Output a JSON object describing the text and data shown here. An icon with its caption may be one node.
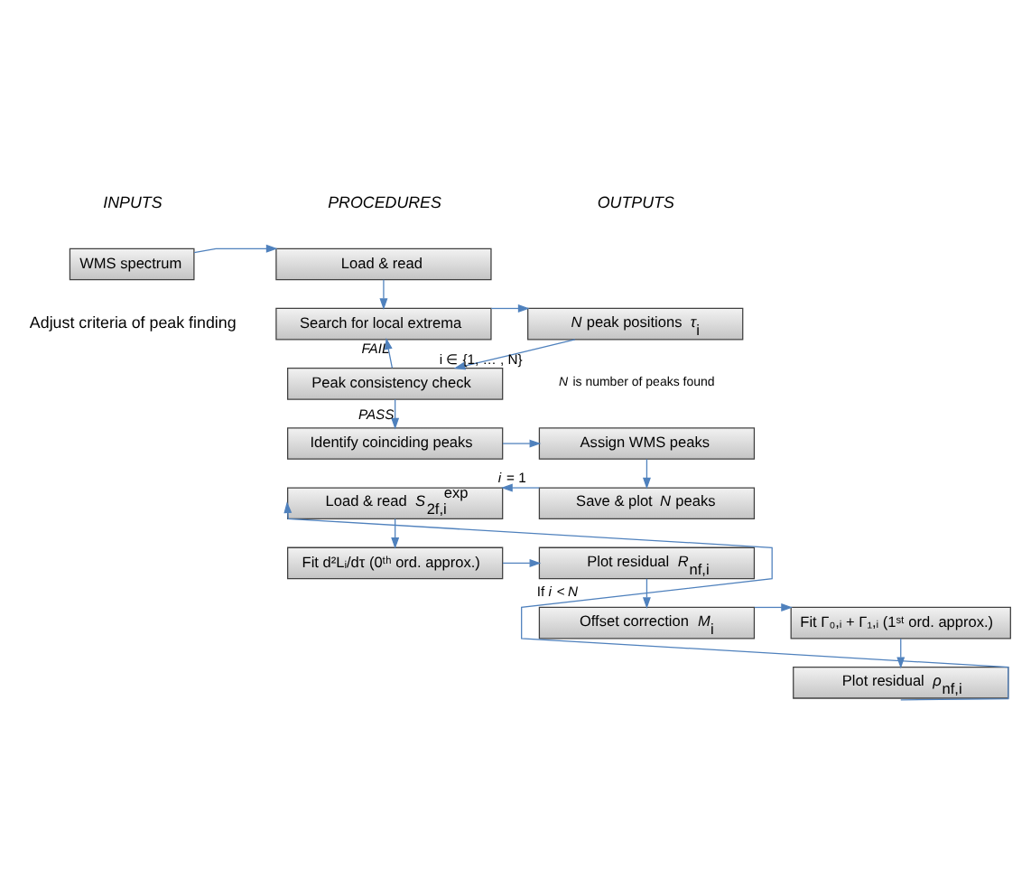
{
  "diagram": {
    "nodes": [
      {
        "text": [
          "WMS spectrum"
        ]
      },
      {
        "text": [
          "Load & read"
        ]
      },
      {
        "text": [
          "Search for local extrema"
        ]
      },
      {
        "text": [
          "*N* peak positions *τ*$_{i}$"
        ]
      },
      {
        "text": [
          "Peak consistency check"
        ]
      },
      {
        "text": [
          "Identify coinciding peaks"
        ]
      },
      {
        "text": [
          "Assign WMS peaks"
        ]
      },
      {
        "text": [
          "Save & plot *N* peaks"
        ]
      },
      {
        "text": [
          "Load & read *S*$_{2f,i}$$^{exp}$"
        ]
      },
      {
        "text": [
          "Fit d²Lᵢ/dτ (0ᵗʰ ord. approx.)"
        ]
      },
      {
        "text": [
          "Plot residual *R*$_{nf,i}$"
        ]
      },
      {
        "text": [
          "Offset correction *M*$_{i}$"
        ]
      },
      {
        "text": [
          "Fit Γ₀,ᵢ + Γ₁,ᵢ (1ˢᵗ ord. approx.)"
        ]
      },
      {
        "text": [
          "Plot residual *ρ*$_{nf,i}$"
        ]
      }
    ],
    "edges": [
      {
        "from": 0,
        "to": 1,
        "arrow": "to"
      },
      {
        "from": 1,
        "to": 2,
        "arrow": "to"
      },
      {
        "from": 2,
        "to": 3,
        "arrow": "to"
      },
      {
        "from": 3,
        "to": 4,
        "arrow": "to",
        "label": "i ∈ {1, … , N}"
      },
      {
        "from": 4,
        "to": 2,
        "arrow": "to",
        "label": "*FAIL*"
      },
      {
        "from": 4,
        "to": 5,
        "arrow": "to",
        "label": "*PASS*"
      },
      {
        "from": 5,
        "to": 6,
        "arrow": "to"
      },
      {
        "from": 6,
        "to": 7,
        "arrow": "to"
      },
      {
        "from": 7,
        "to": 8,
        "arrow": "to",
        "label": "*i* = 1"
      },
      {
        "from": 8,
        "to": 9,
        "arrow": "to"
      },
      {
        "from": 9,
        "to": 10,
        "arrow": "to"
      },
      {
        "from": 10,
        "to": 11,
        "arrow": "to"
      },
      {
        "from": 11,
        "to": 12,
        "arrow": "to"
      },
      {
        "from": 12,
        "to": 13,
        "arrow": "to"
      },
      {
        "from": 13,
        "to": 8,
        "arrow": "to",
        "label": "If *i* < *N*"
      }
    ],
    "labels": [
      "INPUTS",
      "PROCEDURES",
      "OUTPUTS",
      "Adjust criteria of peak finding",
      "*N* is number of peaks found"
    ]
  }
}
